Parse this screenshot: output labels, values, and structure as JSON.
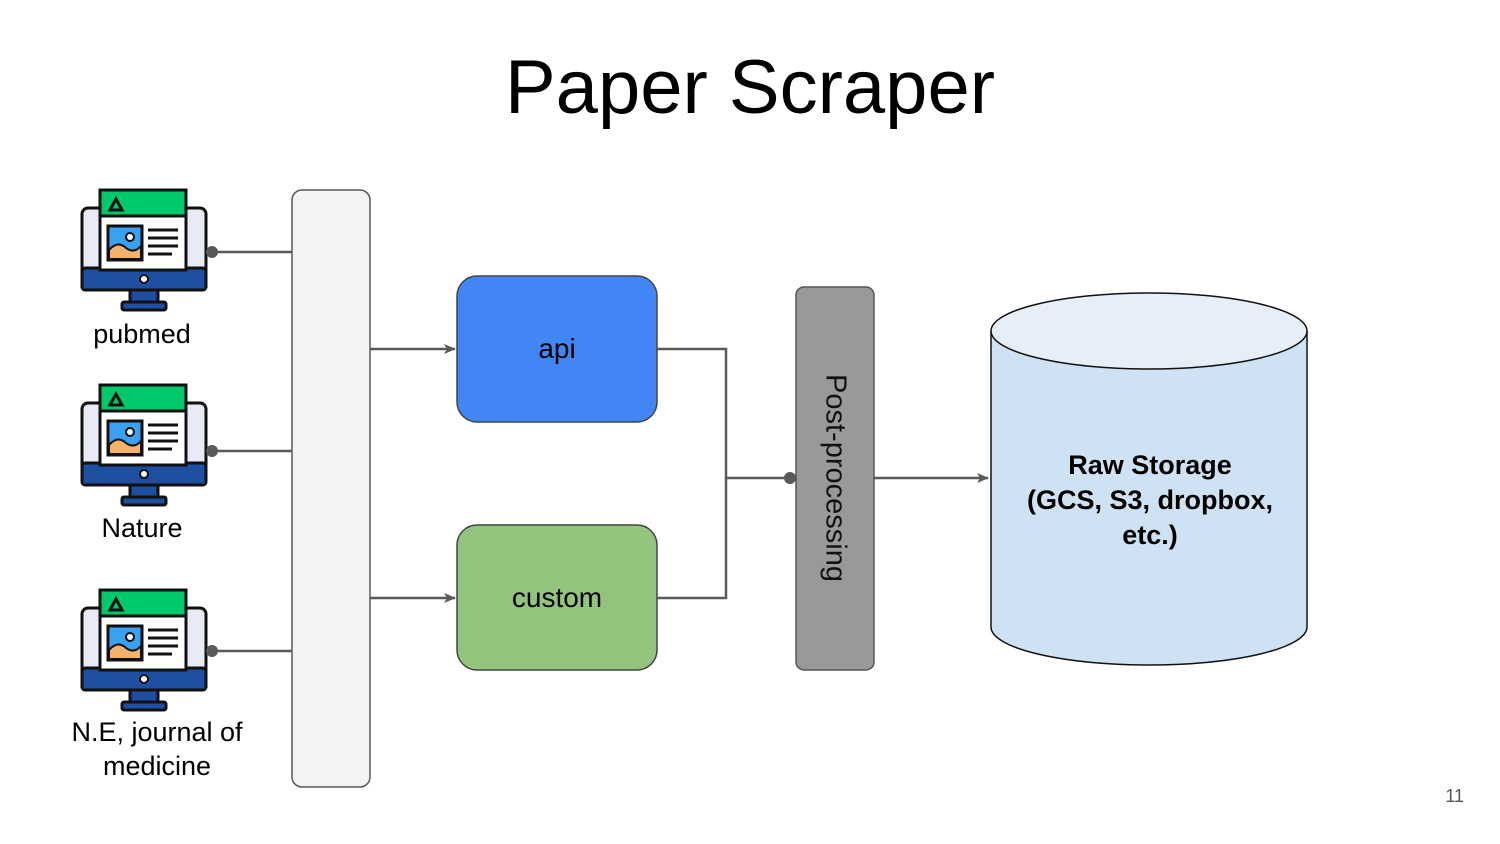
{
  "slide": {
    "title": "Paper Scraper",
    "page_number": "11"
  },
  "sources": [
    {
      "label": "pubmed",
      "icon": "computer-monitor-webpage-icon"
    },
    {
      "label": "Nature",
      "icon": "computer-monitor-webpage-icon"
    },
    {
      "label": "N.E, journal of medicine",
      "icon": "computer-monitor-webpage-icon"
    }
  ],
  "methods": {
    "api": {
      "label": "api",
      "color": "#4285f4"
    },
    "custom": {
      "label": "custom",
      "color": "#93c47d"
    }
  },
  "post_processing": {
    "label": "Post-processing",
    "color": "#999999"
  },
  "storage": {
    "line1": "Raw Storage",
    "line2": "(GCS, S3, dropbox,",
    "line3": "etc.)",
    "color": "#cfe2f3"
  },
  "colors": {
    "router_fill": "#f3f3f3",
    "connector": "#595959",
    "icon_green": "#00c96b",
    "icon_blue": "#1e4fa0"
  }
}
